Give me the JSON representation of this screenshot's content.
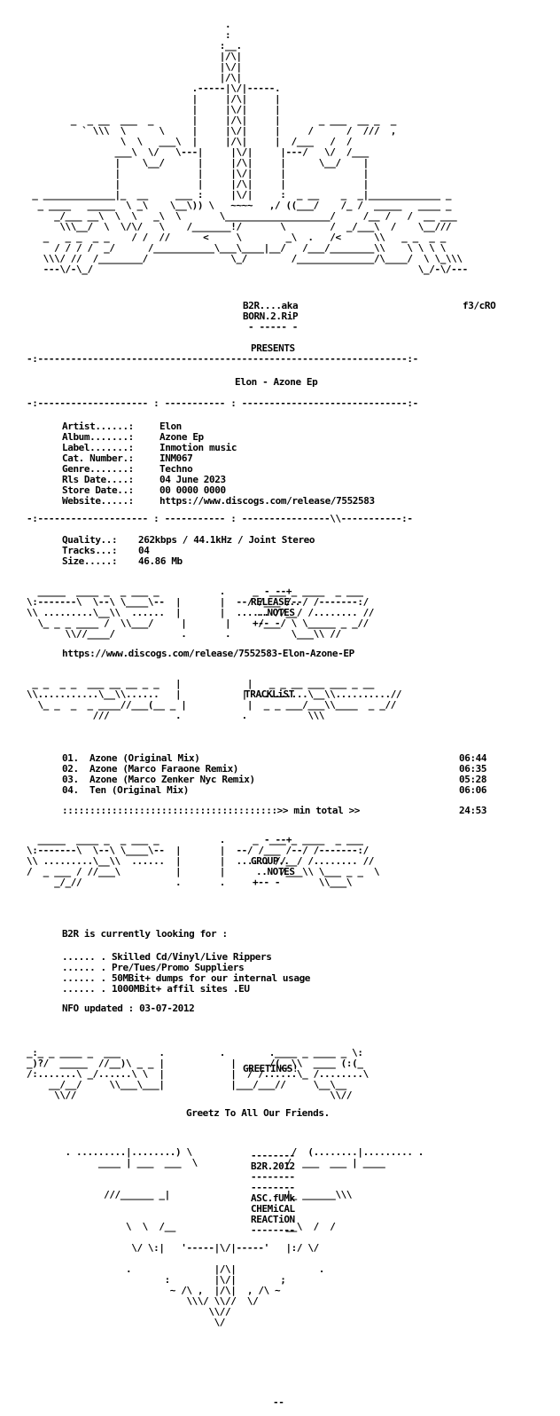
{
  "ascii_header": [
    "                                    .",
    "                                    :",
    "                                   :__.",
    "                                   |/\\|",
    "                                   |\\/|",
    "                                   |/\\|",
    "                              .-----|\\/|-----.",
    "                              |     |/\\|     |",
    "                              |     |\\/|     |",
    "        _  _ __  ___  _       |     |/\\|     |       _ ___  __ _  _",
    "          ` \\\\\\  \\      \\     |     |\\/|     |     /      /  ///  ,",
    "                 \\  \\   ___\\  |     |/\\|     |  /___   /  /",
    "                ___\\  \\/   \\---|     |\\/|     |---/   \\/  /___",
    "                |    \\__/      |     |/\\|     |      \\__/    |",
    "                |              |     |\\/|     |              |",
    "                |              |     |/\\|     |              |",
    " _ _____________|_  __     ___ :     |\\/|     :  _ __    _  _|_____________ _",
    "  _ ____   _____  \\ _\\    \\__\\)) \\   ~~~~   ,/ ((___/    /_ /  _____   ____ _",
    "     _/___ __\\  \\  \\   _\\  \\       \\___________________/     /__ /   /  __ ___",
    "      \\\\\\__/  \\  \\/\\/   \\    /_______!/       \\        /  _/___\\  /    \\__///",
    "   _   _ _  _ _    / /  //      <     \\        _\\  .   /<      \\\\   _ _  _ _",
    "     / / / /  _/      /___________\\___\\____|__/   /___/________\\\\    \\ \\ \\ \\",
    "   \\\\\\/ //  /________/               \\_/        /______________/\\____/  \\ \\_\\\\\\",
    "   ---\\/-\\_/                                                           \\_/-\\/---"
  ],
  "b2r_logo": {
    "line1": "B2R....aka",
    "line2": "BORN.2.RiP",
    "line3": "- ----- -",
    "line4": "PRESENTS",
    "crew": "f3/cRO"
  },
  "release": {
    "title": "Elon - Azone Ep",
    "rows": [
      {
        "key": "Artist......:",
        "value": "Elon"
      },
      {
        "key": "Album.......:",
        "value": "Azone Ep"
      },
      {
        "key": "Label.......:",
        "value": "Inmotion music"
      },
      {
        "key": "Cat. Number.:",
        "value": "INM067"
      },
      {
        "key": "Genre.......:",
        "value": "Techno"
      },
      {
        "key": "Rls Date....:",
        "value": "04 June 2023"
      },
      {
        "key": "Store Date..:",
        "value": "00 0000 0000"
      },
      {
        "key": "Website.....:",
        "value": "https://www.discogs.com/release/7552583"
      }
    ],
    "quality_rows": [
      {
        "key": "Quality..:",
        "value": "262kbps / 44.1kHz / Joint Stereo"
      },
      {
        "key": "Tracks...:",
        "value": "04"
      },
      {
        "key": "Size.....:",
        "value": "46.86 Mb"
      }
    ]
  },
  "release_notes": {
    "header_top": "- --+",
    "header_line1": "RELEASE..",
    "header_line2": "..NOTES",
    "header_bottom": "+-- -",
    "url": "https://www.discogs.com/release/7552583-Elon-Azone-EP"
  },
  "tracklist": {
    "header": "TRACKLiST",
    "tracks": [
      {
        "num": "01.",
        "title": "Azone (Original Mix)",
        "time": "06:44"
      },
      {
        "num": "02.",
        "title": "Azone (Marco Faraone Remix)",
        "time": "06:35"
      },
      {
        "num": "03.",
        "title": "Azone (Marco Zenker Nyc Remix)",
        "time": "05:28"
      },
      {
        "num": "04.",
        "title": "Ten (Original Mix)",
        "time": "06:06"
      }
    ],
    "total_prefix": ":::::::::::::::::::::::::::::::::::::::>> min total >>",
    "total": "24:53"
  },
  "group_notes": {
    "header_top": "- --+",
    "header_line1": "GROUP..",
    "header_line2": "..NOTES",
    "header_bottom": "+-- -",
    "intro": "B2R is currently looking for :",
    "wanted": [
      "...... . Skilled Cd/Vinyl/Live Rippers",
      "...... . Pre/Tues/Promo Suppliers",
      "...... . 50MBit+ dumps for our internal usage",
      "...... . 1000MBit+ affil sites .EU"
    ],
    "updated": "NFO updated : 03-07-2012"
  },
  "greetings": {
    "header": "GREETINGS!",
    "text": "Greetz To All Our Friends."
  },
  "footer": {
    "year": "B2R.2012",
    "dash": "--------",
    "credits": [
      "ASC.fUMk",
      "CHEMiCAL",
      "REACTiON"
    ],
    "end": "--"
  }
}
